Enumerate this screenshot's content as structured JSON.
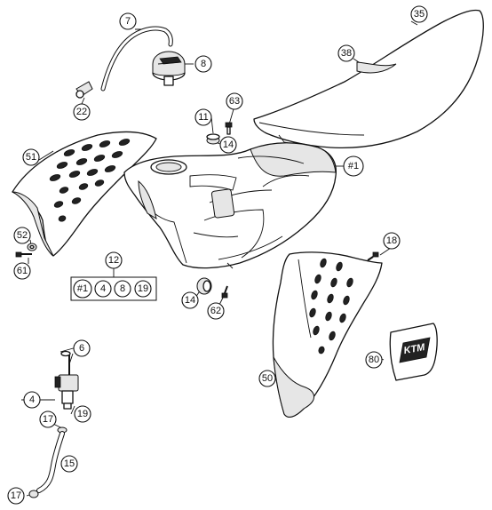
{
  "callouts": {
    "c7": "7",
    "c8": "8",
    "c22": "22",
    "c35": "35",
    "c38": "38",
    "c63": "63",
    "c11": "11",
    "c14a": "14",
    "c51": "51",
    "c1a": "#1",
    "c52": "52",
    "c61": "61",
    "c12": "12",
    "kit": [
      "#1",
      "4",
      "8",
      "19"
    ],
    "c18": "18",
    "c14b": "14",
    "c62": "62",
    "c6": "6",
    "c4": "4",
    "c19": "19",
    "c17a": "17",
    "c15": "15",
    "c17b": "17",
    "c50": "50",
    "c80": "80"
  },
  "decal_text": "KTM"
}
